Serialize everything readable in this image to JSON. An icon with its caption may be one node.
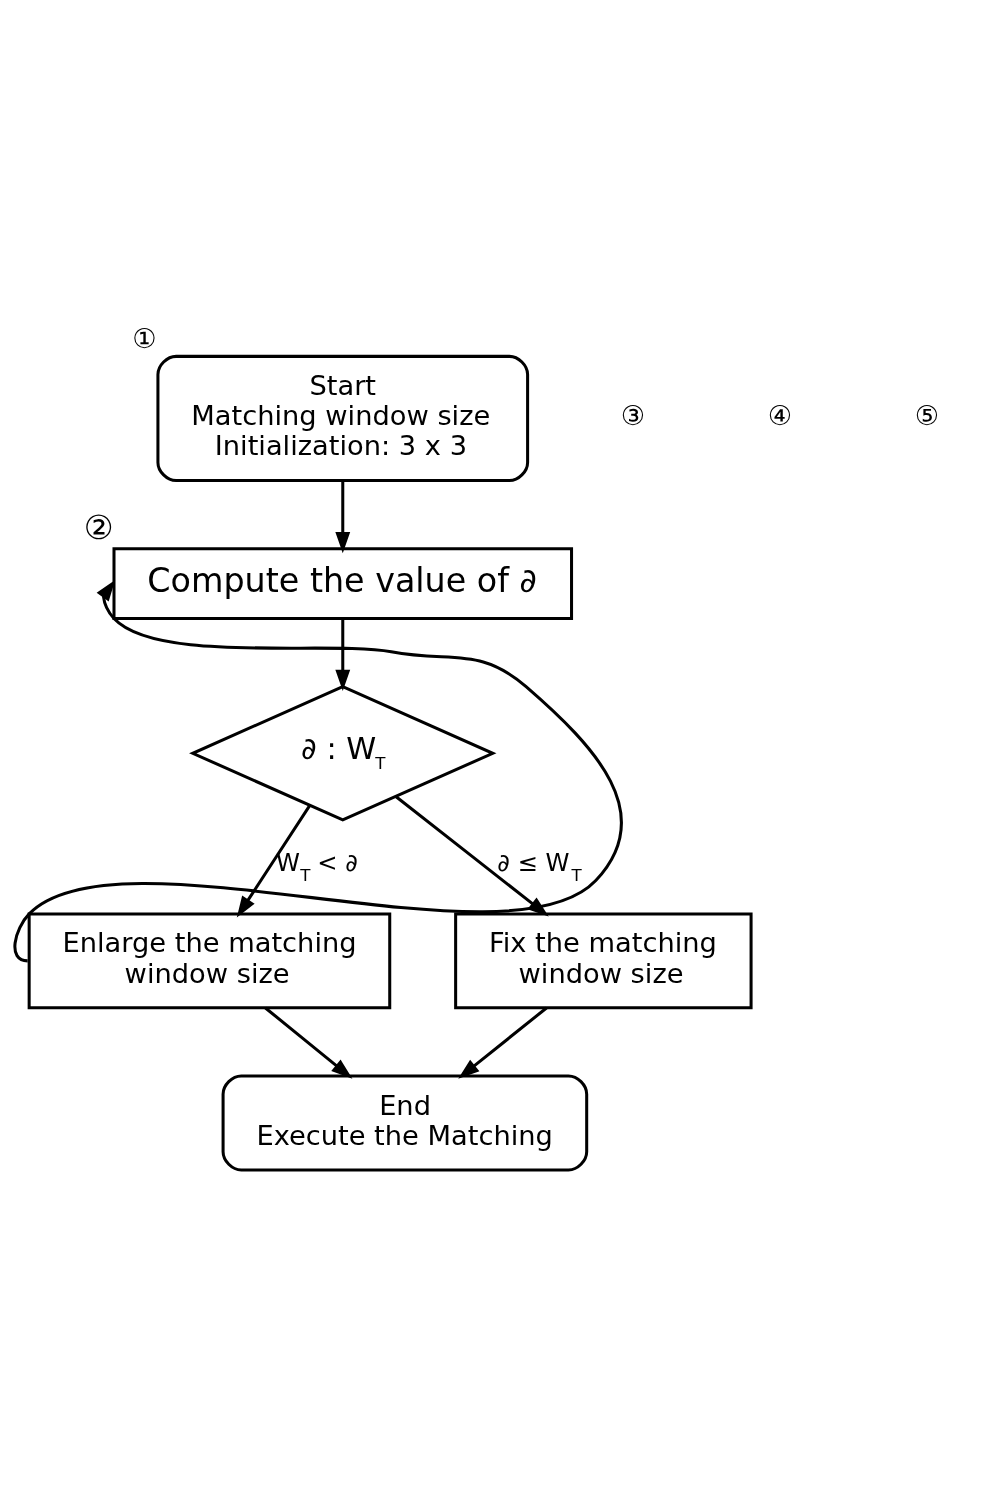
{
  "diagram": {
    "nodes": [
      {
        "text": [
          "Start",
          "Matching window size Initialization: 3 x 3"
        ],
        "beside": [
          "①"
        ]
      },
      {
        "text": [
          "Compute the value of ∂"
        ],
        "beside": [
          "②"
        ]
      },
      {
        "text": [
          "∂ : W$_{T}$"
        ]
      },
      {
        "text": [
          "Enlarge the matching window size"
        ]
      },
      {
        "text": [
          "Fix the matching window size"
        ]
      },
      {
        "text": [
          "End",
          "Execute the Matching"
        ]
      }
    ],
    "edges": [
      {
        "from": 0,
        "to": 1,
        "arrow": "to"
      },
      {
        "from": 1,
        "to": 2,
        "arrow": "to"
      },
      {
        "from": 2,
        "to": 4,
        "arrow": "to",
        "label": "∂ ≤ W$_{T}$"
      },
      {
        "from": 2,
        "to": 3,
        "arrow": "to",
        "label": "W$_{T}$ < ∂"
      },
      {
        "from": 3,
        "to": 1,
        "arrow": "to"
      },
      {
        "from": 3,
        "to": 5,
        "arrow": "to"
      },
      {
        "from": 4,
        "to": 5,
        "arrow": "to"
      }
    ],
    "labels": [
      "③",
      "④",
      "⑤"
    ]
  }
}
